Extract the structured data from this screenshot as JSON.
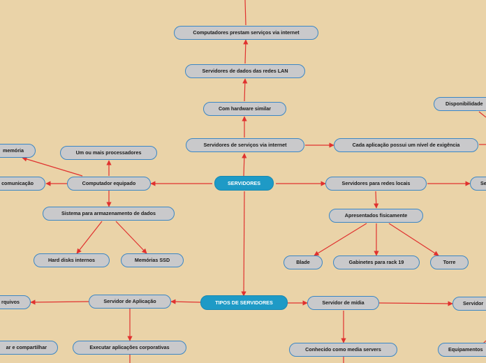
{
  "theme": {
    "background": "#ead3a8",
    "node_fill": "#c9c9cb",
    "node_border": "#3b86c4",
    "primary_fill": "#1e9ac6",
    "primary_text": "#ffffff",
    "link_color": "#e0312f"
  },
  "nodes": {
    "servidores": "SERVIDORES",
    "tipos": "TIPOS DE SERVIDORES",
    "serv_internet": "Servidores de serviços via internet",
    "hardware_similar": "Com hardware similar",
    "dados_lan": "Servidores de dados das redes LAN",
    "prestam_internet": "Computadores prestam serviços via internet",
    "exigencia": "Cada aplicação possui um nível de exigência",
    "disponibilidade": "Disponibilidade",
    "redes_locais": "Servidores para redes locais",
    "se_partial": "Se",
    "fisicamente": "Apresentados fisicamente",
    "blade": "Blade",
    "rack": "Gabinetes para rack 19",
    "torre": "Torre",
    "comp_equipado": "Computador equipado",
    "processadores": "Um ou mais processadores",
    "memoria": "memória",
    "comunicacao": "comunicação",
    "armazenamento": "Sistema para armazenamento de dados",
    "hard_disks": "Hard disks internos",
    "ssd": "Memórias SSD",
    "aplicacao": "Servidor de Aplicação",
    "arquivos": "rquivos",
    "corporativas": "Executar aplicações corporativas",
    "compartilhar": "ar e compartilhar",
    "midia": "Servidor de mídia",
    "media_servers": "Conhecido como media servers",
    "servidor_partial": "Servidor",
    "equipamentos": "Equipamentos"
  }
}
